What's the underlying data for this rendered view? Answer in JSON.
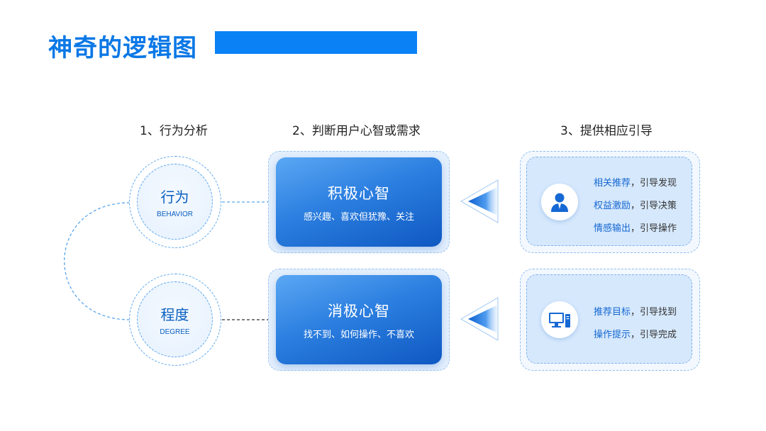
{
  "title": "神奇的逻辑图",
  "steps": {
    "s1": "1、行为分析",
    "s2": "2、判断用户心智或需求",
    "s3": "3、提供相应引导"
  },
  "circles": [
    {
      "zh": "行为",
      "en": "BEHAVIOR"
    },
    {
      "zh": "程度",
      "en": "DEGREE"
    }
  ],
  "minds": [
    {
      "title": "积极心智",
      "desc": "感兴趣、喜欢但犹豫、关注"
    },
    {
      "title": "消极心智",
      "desc": "找不到、如何操作、不喜欢"
    }
  ],
  "guides": [
    {
      "icon": "user-icon",
      "lines": [
        {
          "highlight": "相关推荐",
          "rest": "，引导发现"
        },
        {
          "highlight": "权益激励",
          "rest": "，引导决策"
        },
        {
          "highlight": "情感输出",
          "rest": "，引导操作"
        }
      ]
    },
    {
      "icon": "computer-icon",
      "lines": [
        {
          "highlight": "推荐目标",
          "rest": "，引导找到"
        },
        {
          "highlight": "操作提示",
          "rest": "，引导完成"
        }
      ]
    }
  ],
  "colors": {
    "accent": "#0a82f5",
    "title": "#0a78e6",
    "dark_blue": "#0e58c2"
  }
}
